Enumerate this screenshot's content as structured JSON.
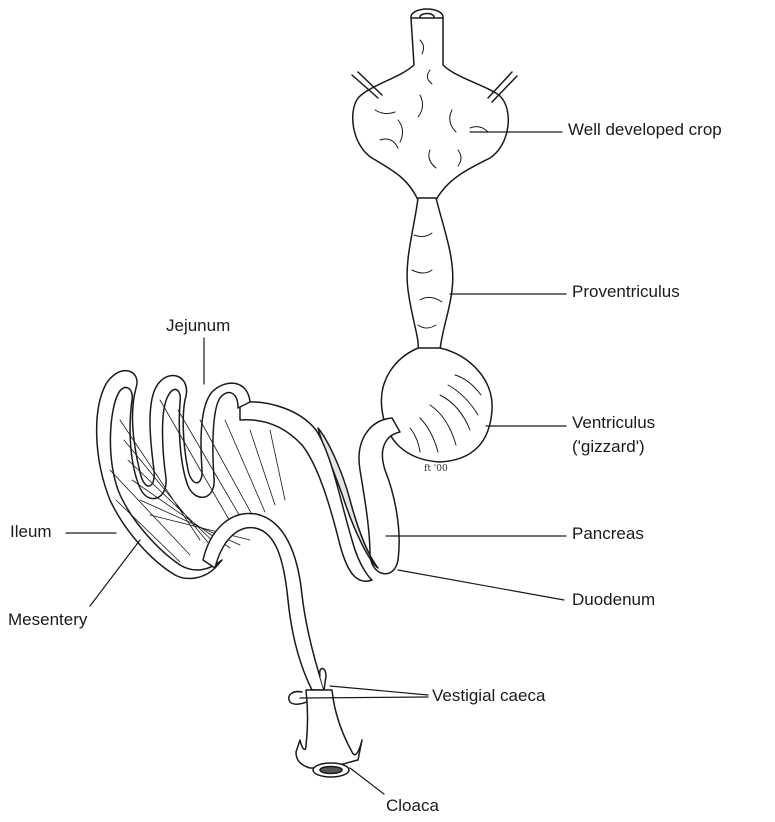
{
  "labels": {
    "crop": "Well developed crop",
    "proventriculus": "Proventriculus",
    "jejunum": "Jejunum",
    "ventriculus": "Ventriculus",
    "ventriculus_sub": "('gizzard')",
    "ileum": "Ileum",
    "pancreas": "Pancreas",
    "mesentery": "Mesentery",
    "duodenum": "Duodenum",
    "caeca": "Vestigial caeca",
    "cloaca": "Cloaca"
  },
  "signature": "ft '00",
  "colors": {
    "ink": "#1a1a1a",
    "background": "#ffffff"
  }
}
